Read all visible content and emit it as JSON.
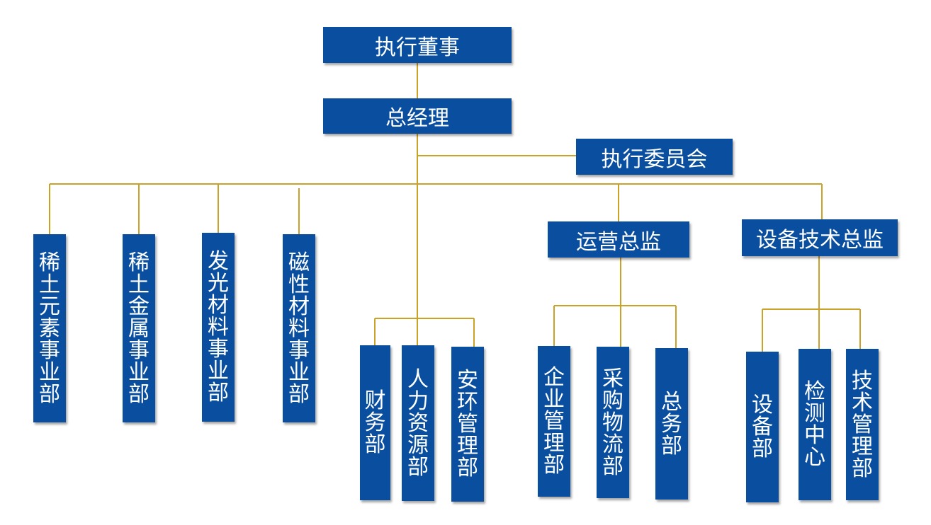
{
  "colors": {
    "box": "#0a4f9f",
    "text": "#ffffff",
    "line": "#c9a227"
  },
  "nodes": {
    "executive_director": "执行董事",
    "general_manager": "总经理",
    "executive_committee": "执行委员会",
    "rare_earth_elements": "稀土元素事业部",
    "rare_earth_metals": "稀土金属事业部",
    "luminescent_materials": "发光材料事业部",
    "magnetic_materials": "磁性材料事业部",
    "finance": "财务部",
    "human_resources": "人力资源部",
    "safety_environment": "安环管理部",
    "operations_director": "运营总监",
    "enterprise_management": "企业管理部",
    "procurement_logistics": "采购物流部",
    "general_affairs": "总务部",
    "equipment_tech_director": "设备技术总监",
    "equipment": "设备部",
    "testing_center": "检测中心",
    "technology_management": "技术管理部"
  }
}
